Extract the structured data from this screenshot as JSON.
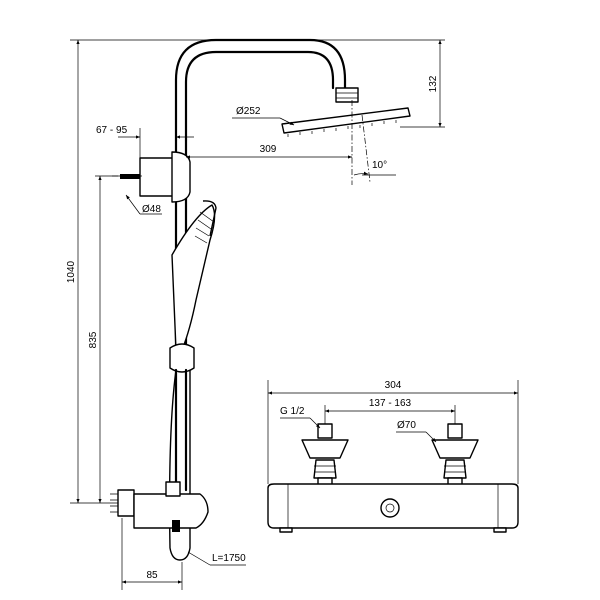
{
  "dimensions": {
    "height_total": "1040",
    "height_bar": "835",
    "head_drop": "132",
    "arm_reach": "309",
    "head_diameter": "Ø252",
    "head_angle": "10°",
    "wall_offset": "67 - 95",
    "holder_diameter": "Ø48",
    "valve_offset": "85",
    "hose_length": "L=1750",
    "valve_width": "304",
    "inlet_spacing": "137 - 163",
    "inlet_thread": "G 1/2",
    "cover_diameter": "Ø70"
  }
}
